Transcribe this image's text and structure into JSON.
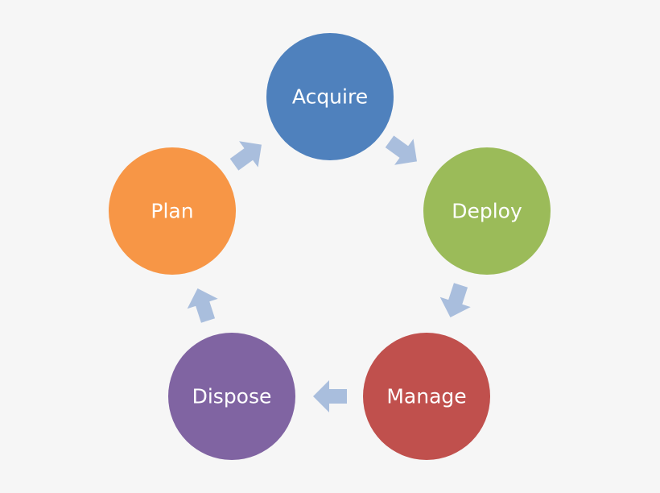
{
  "diagram": {
    "type": "cycle",
    "arrow_color": "#a9bedd",
    "stages": [
      {
        "label": "Acquire",
        "color": "#4f81bd"
      },
      {
        "label": "Deploy",
        "color": "#9bbb59"
      },
      {
        "label": "Manage",
        "color": "#c0504d"
      },
      {
        "label": "Dispose",
        "color": "#8064a2"
      },
      {
        "label": "Plan",
        "color": "#f79646"
      }
    ]
  }
}
